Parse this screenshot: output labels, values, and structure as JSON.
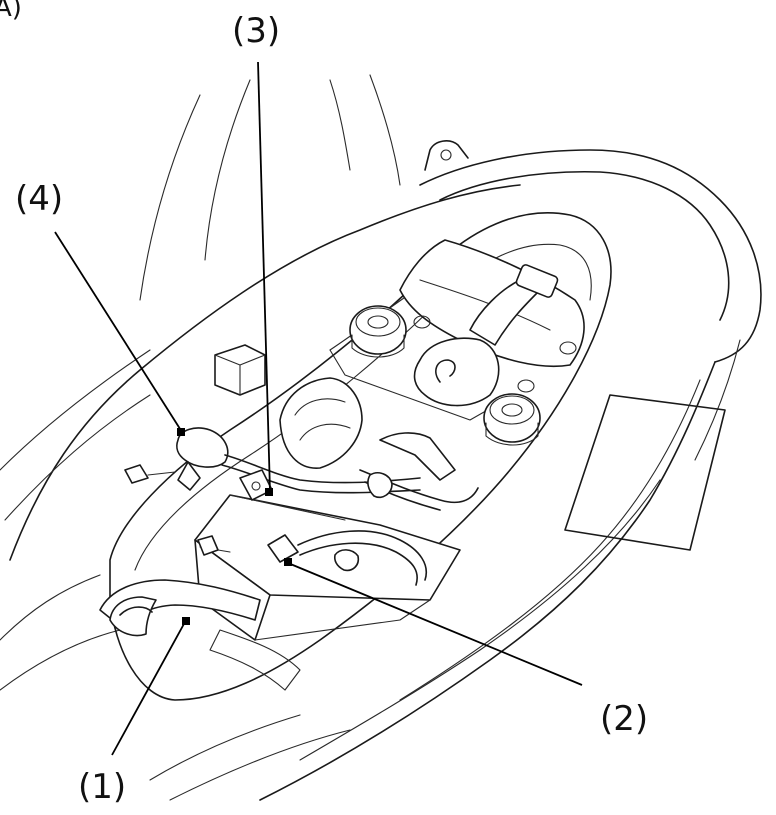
{
  "corner_text": "A)",
  "callouts": [
    {
      "id": "1",
      "text": "(1)"
    },
    {
      "id": "2",
      "text": "(2)"
    },
    {
      "id": "3",
      "text": "(3)"
    },
    {
      "id": "4",
      "text": "(4)"
    }
  ]
}
